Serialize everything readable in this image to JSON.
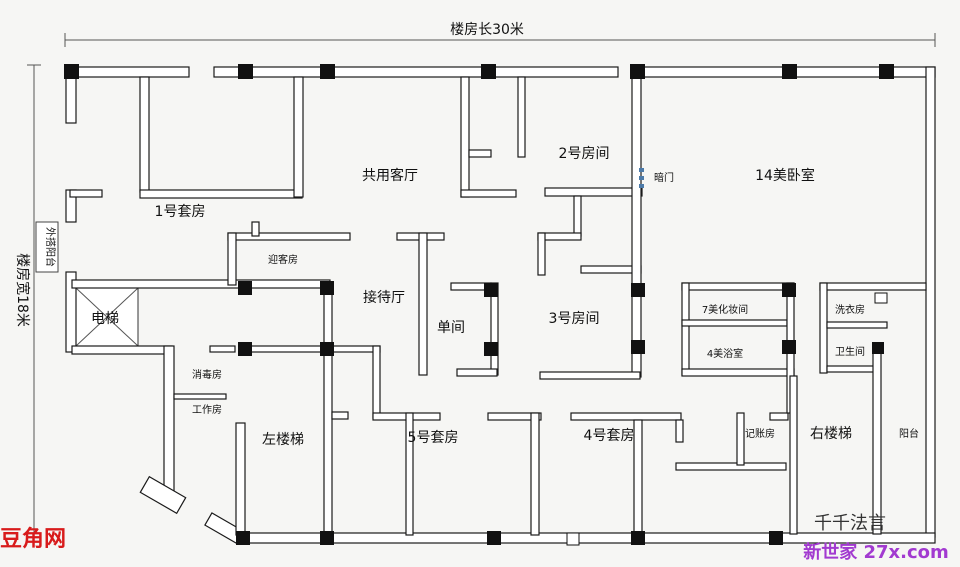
{
  "title": "楼房长30米",
  "side_label": "楼房宽18米",
  "balcony_left": "外搭阳台",
  "rooms": {
    "suite1": "1号套房",
    "living": "共用客厅",
    "room2": "2号房间",
    "dark_door": "暗门",
    "bedroom14": "14美卧室",
    "reception": "迎客房",
    "waiting": "接待厅",
    "single": "单间",
    "room3": "3号房间",
    "elevator": "电梯",
    "makeup": "7美化妆间",
    "bath": "4美浴室",
    "laundry": "洗衣房",
    "wc": "卫生间",
    "disinfect": "消毒房",
    "work": "工作房",
    "left_stairs": "左楼梯",
    "suite5": "5号套房",
    "suite4": "4号套房",
    "accounting": "记账房",
    "right_stairs": "右楼梯",
    "balcony": "阳台"
  },
  "watermarks": {
    "left": "豆角网",
    "right": "新世家 27x.com",
    "brand": "千千法言"
  },
  "colors": {
    "wall_fill": "#ffffff",
    "wall_stroke": "#1a1a1a",
    "column": "#111111",
    "watermark_red": "#d81b1b",
    "watermark_purple": "#a23ad0"
  }
}
